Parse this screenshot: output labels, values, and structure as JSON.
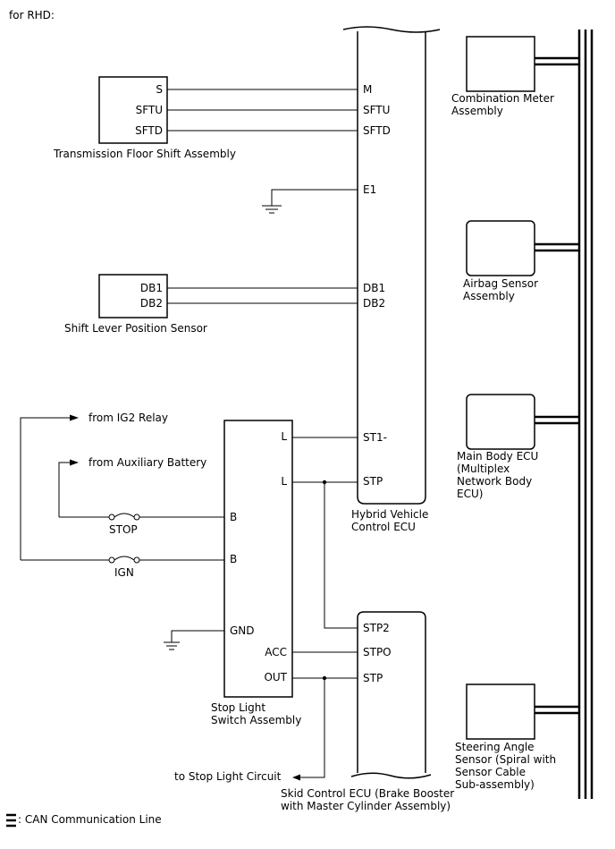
{
  "header": {
    "title": "for RHD:"
  },
  "hv_ecu": {
    "label_line1": "Hybrid Vehicle",
    "label_line2": "Control ECU",
    "pins": {
      "m": "M",
      "sftu": "SFTU",
      "sftd": "SFTD",
      "e1": "E1",
      "db1": "DB1",
      "db2": "DB2",
      "st1": "ST1-",
      "stp": "STP"
    }
  },
  "shift_assembly": {
    "label": "Transmission Floor Shift Assembly",
    "pins": {
      "s": "S",
      "sftu": "SFTU",
      "sftd": "SFTD"
    }
  },
  "shift_sensor": {
    "label": "Shift Lever Position Sensor",
    "pins": {
      "db1": "DB1",
      "db2": "DB2"
    }
  },
  "stop_switch": {
    "label_line1": "Stop Light",
    "label_line2": "Switch Assembly",
    "pins": {
      "l1": "L",
      "l2": "L",
      "b1": "B",
      "b2": "B",
      "gnd": "GND",
      "acc": "ACC",
      "out": "OUT"
    }
  },
  "skid_ecu": {
    "label_line1": "Skid Control ECU (Brake Booster",
    "label_line2": "with Master Cylinder Assembly)",
    "pins": {
      "stp2": "STP2",
      "stpo": "STPO",
      "stp": "STP"
    }
  },
  "fuses": {
    "stop": "STOP",
    "ign": "IGN"
  },
  "sources": {
    "ig2": "from IG2 Relay",
    "aux_battery": "from Auxiliary Battery",
    "stop_light_circuit": "to Stop Light Circuit"
  },
  "can_nodes": {
    "combination_meter": {
      "line1": "Combination Meter",
      "line2": "Assembly"
    },
    "airbag_sensor": {
      "line1": "Airbag Sensor",
      "line2": "Assembly"
    },
    "main_body": {
      "line1": "Main Body ECU",
      "line2": "(Multiplex",
      "line3": "Network Body",
      "line4": "ECU)"
    },
    "steering_angle": {
      "line1": "Steering Angle",
      "line2": "Sensor (Spiral with",
      "line3": "Sensor Cable",
      "line4": "Sub-assembly)"
    }
  },
  "legend": {
    "label": ": CAN Communication Line"
  }
}
